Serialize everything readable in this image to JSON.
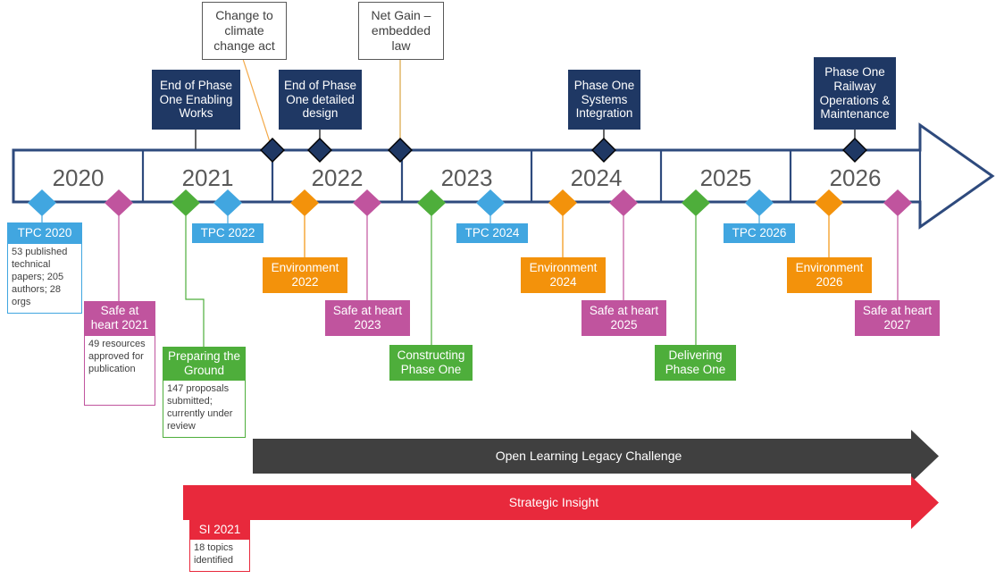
{
  "colors": {
    "navy": "#1F3864",
    "bar_stroke": "#2E4A7D",
    "blue": "#41A6E0",
    "magenta": "#C0549E",
    "green": "#4EAE3B",
    "orange": "#F3920B",
    "dark_grey": "#404040",
    "red": "#E8293C",
    "text_grey": "#595959"
  },
  "timeline": {
    "years": [
      {
        "label": "2020"
      },
      {
        "label": "2021"
      },
      {
        "label": "2022"
      },
      {
        "label": "2023"
      },
      {
        "label": "2024"
      },
      {
        "label": "2025"
      },
      {
        "label": "2026"
      }
    ]
  },
  "callouts": [
    {
      "text": "Change to climate change act"
    },
    {
      "text": "Net Gain – embedded law"
    }
  ],
  "milestones": [
    {
      "text": "End of Phase One Enabling Works"
    },
    {
      "text": "End of Phase One detailed design"
    },
    {
      "text": "Phase One Systems Integration"
    },
    {
      "text": "Phase One Railway Operations & Maintenance"
    }
  ],
  "tags": [
    {
      "title": "TPC 2020",
      "body": "53 published technical papers; 205 authors; 28 orgs",
      "color": "blue"
    },
    {
      "title": "Safe at heart 2021",
      "body": "49 resources approved for publication",
      "color": "magenta"
    },
    {
      "title": "Preparing the Ground",
      "body": "147 proposals submitted; currently under review",
      "color": "green"
    },
    {
      "title": "TPC 2022",
      "body": "",
      "color": "blue"
    },
    {
      "title": "Environment 2022",
      "body": "",
      "color": "orange"
    },
    {
      "title": "Safe at heart 2023",
      "body": "",
      "color": "magenta"
    },
    {
      "title": "Constructing Phase One",
      "body": "",
      "color": "green"
    },
    {
      "title": "TPC 2024",
      "body": "",
      "color": "blue"
    },
    {
      "title": "Environment 2024",
      "body": "",
      "color": "orange"
    },
    {
      "title": "Safe at heart 2025",
      "body": "",
      "color": "magenta"
    },
    {
      "title": "Delivering Phase One",
      "body": "",
      "color": "green"
    },
    {
      "title": "TPC 2026",
      "body": "",
      "color": "blue"
    },
    {
      "title": "Environment 2026",
      "body": "",
      "color": "orange"
    },
    {
      "title": "Safe at heart 2027",
      "body": "",
      "color": "magenta"
    },
    {
      "title": "SI 2021",
      "body": "18 topics identified",
      "color": "red"
    }
  ],
  "bands": [
    {
      "label": "Open Learning Legacy Challenge",
      "color": "dark_grey"
    },
    {
      "label": "Strategic Insight",
      "color": "red"
    }
  ]
}
